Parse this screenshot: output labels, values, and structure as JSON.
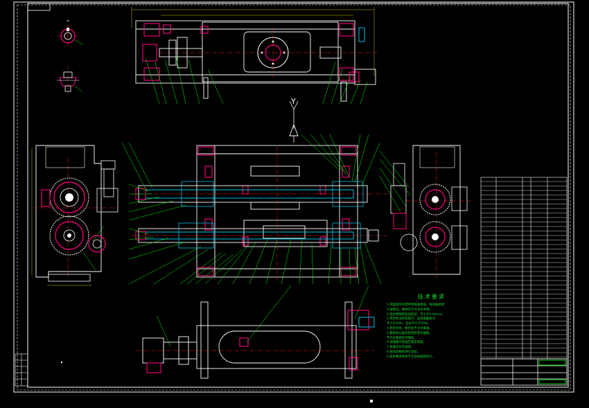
{
  "view_label": "Y",
  "notes": {
    "title": "技术要求",
    "lines": [
      "1.装配前所有零件用煤油清洗，滚动轴承用",
      "  汽油清洗，箱体内不允许有杂物。",
      "2.啮合侧隙用铅丝检验，不小于0.16mm。",
      "3.用涂色法检验斑点，齿高接触斑点",
      "  不小于40%，齿长不小于50%。",
      "4.各密封处、接合处不允许漏油。",
      "5.箱体剖分面涂密封胶或水玻璃，",
      "  不允许使用任何填料。",
      "6.减速器内装油至规定高度。",
      "7.表面涂灰色油漆。",
      "8.按试验规程进行试验。",
      "9.技术要求所述不全处按规定执行。"
    ]
  },
  "colors": {
    "background": "#000000",
    "outline": "#ffffff",
    "part": "#ff0080",
    "leader": "#00ff00",
    "center": "#ff2020",
    "dimension": "#ffff00",
    "shaft": "#00d8ff"
  }
}
